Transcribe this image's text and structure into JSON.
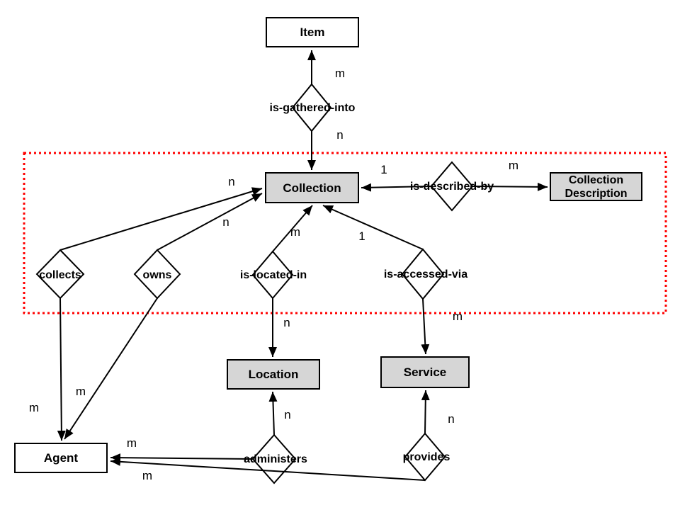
{
  "entities": {
    "item": {
      "label": "Item"
    },
    "collection": {
      "label": "Collection"
    },
    "collection_description": {
      "label": "Collection Description"
    },
    "location": {
      "label": "Location"
    },
    "service": {
      "label": "Service"
    },
    "agent": {
      "label": "Agent"
    }
  },
  "relationships": {
    "is_gathered_into": {
      "label": "is-gathered-into"
    },
    "is_described_by": {
      "label": "is-described-by"
    },
    "collects": {
      "label": "collects"
    },
    "owns": {
      "label": "owns"
    },
    "is_located_in": {
      "label": "is-located-in"
    },
    "is_accessed_via": {
      "label": "is-accessed-via"
    },
    "administers": {
      "label": "administers"
    },
    "provides": {
      "label": "provides"
    }
  },
  "cardinalities": {
    "item_gathered": "m",
    "gathered_collection": "n",
    "collects_collection": "n",
    "owns_collection": "n",
    "collection_described": "1",
    "described_description": "m",
    "located_collection": "m",
    "accessed_collection": "1",
    "located_location": "n",
    "accessed_service": "m",
    "administers_location": "n",
    "provides_service": "n",
    "collects_agent": "m",
    "owns_agent": "m",
    "administers_agent": "m",
    "provides_agent": "m"
  },
  "colors": {
    "entity_fill": "#d6d6d6",
    "plain_fill": "#ffffff",
    "line": "#000000",
    "highlight_frame": "#ff0000",
    "background": "#ffffff"
  }
}
